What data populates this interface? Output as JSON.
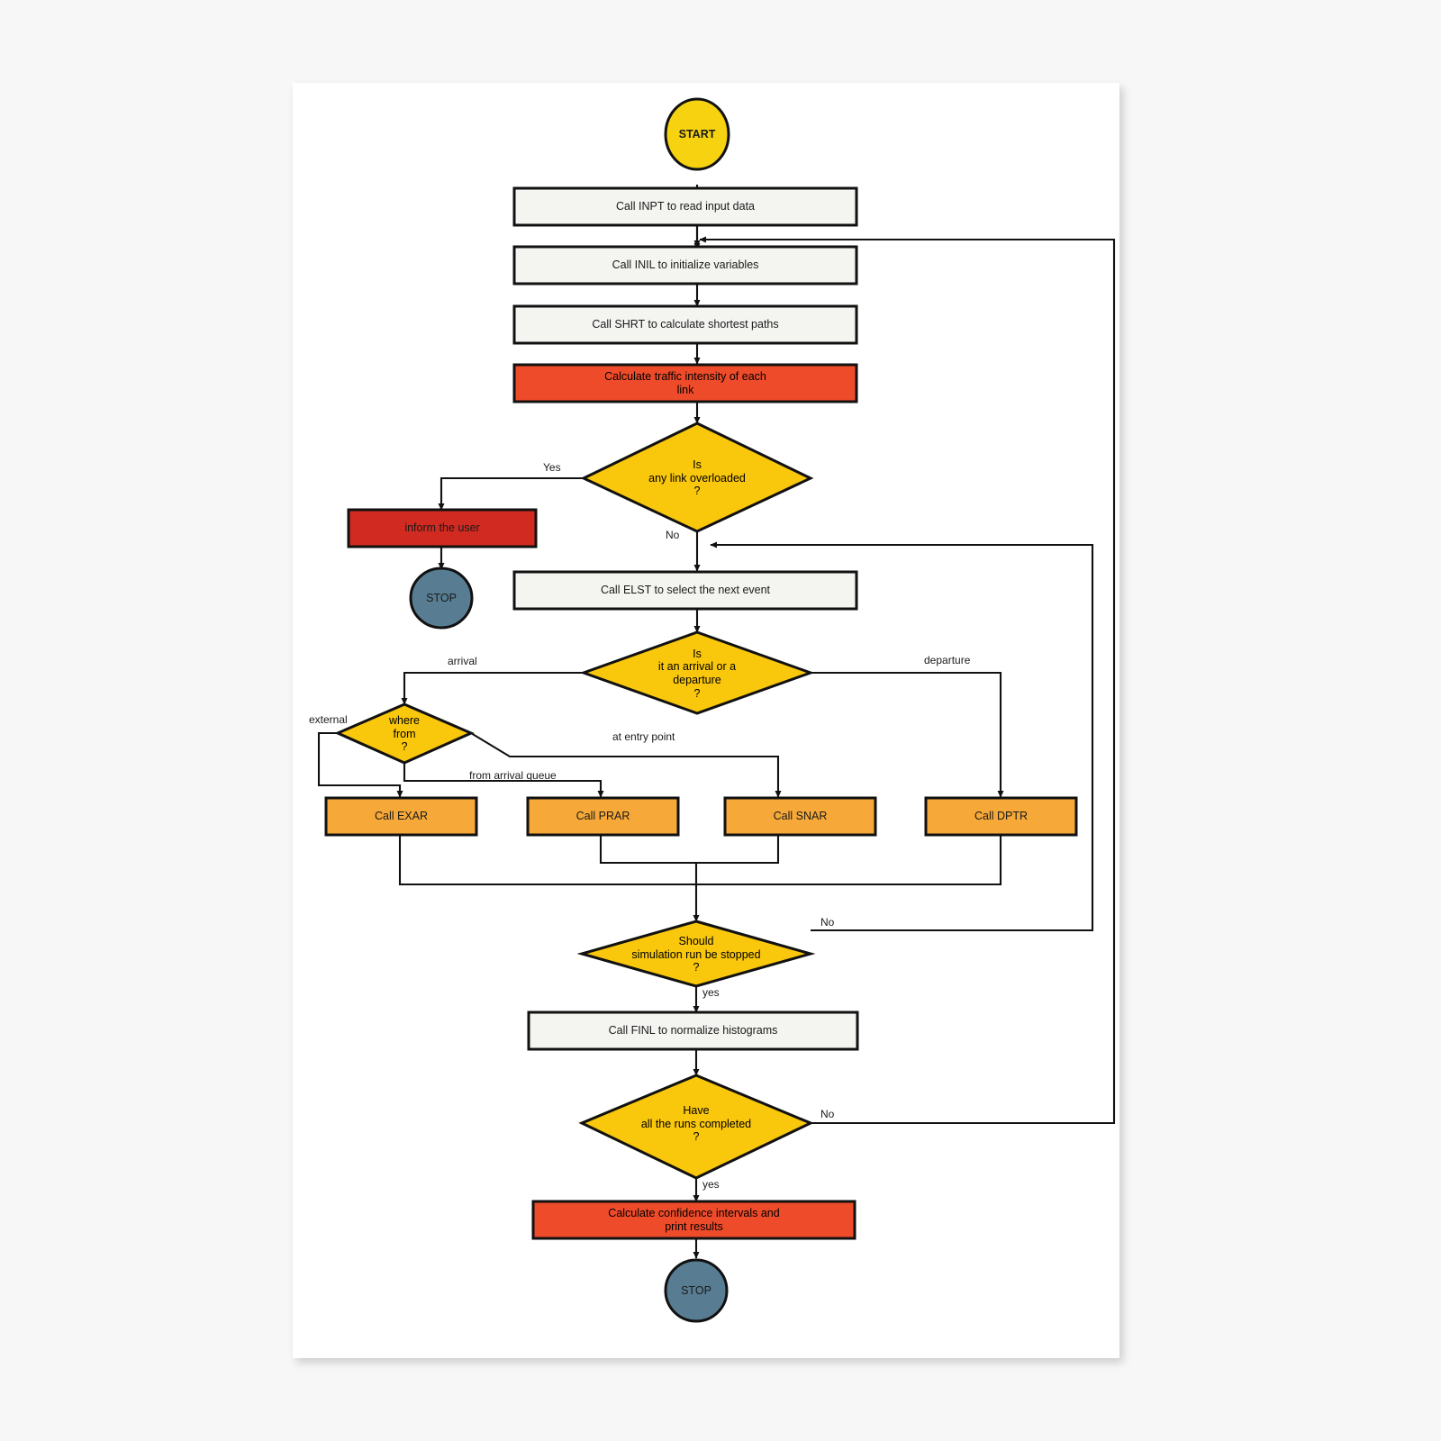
{
  "document": {
    "title": "Simulation program flowchart",
    "page_background": "#ffffff",
    "canvas_background": "#f7f7f7"
  },
  "palette": {
    "terminator_start_fill": "#f6d211",
    "terminator_stop_fill": "#587d92",
    "process_plain_fill": "#f4f4f1",
    "process_red_fill": "#ee4b2a",
    "process_darkred_fill": "#d12a20",
    "process_orange_fill": "#f6a938",
    "decision_fill": "#f9c70c",
    "stroke": "#111111"
  },
  "chart_data": {
    "type": "diagram",
    "title": "Simulation program flowchart",
    "nodes": [
      {
        "id": "start",
        "shape": "terminator",
        "label": "START",
        "fill": "#f6d211"
      },
      {
        "id": "inpt",
        "shape": "process",
        "label": "Call INPT to read input data",
        "fill": "#f4f4f1"
      },
      {
        "id": "inil",
        "shape": "process",
        "label": "Call INIL to initialize variables",
        "fill": "#f4f4f1"
      },
      {
        "id": "shrt",
        "shape": "process",
        "label": "Call SHRT to calculate shortest paths",
        "fill": "#f4f4f1"
      },
      {
        "id": "traffic",
        "shape": "process",
        "label": "Calculate traffic intensity of each\nlink",
        "fill": "#ee4b2a"
      },
      {
        "id": "overloaded",
        "shape": "decision",
        "label": "Is\nany link overloaded\n?",
        "fill": "#f9c70c"
      },
      {
        "id": "inform",
        "shape": "process",
        "label": "inform the user",
        "fill": "#d12a20"
      },
      {
        "id": "stop_top",
        "shape": "terminator",
        "label": "STOP",
        "fill": "#587d92"
      },
      {
        "id": "elst",
        "shape": "process",
        "label": "Call ELST to select the next event",
        "fill": "#f4f4f1"
      },
      {
        "id": "arr_dep",
        "shape": "decision",
        "label": "Is\nit an arrival or a\ndeparture\n?",
        "fill": "#f9c70c"
      },
      {
        "id": "where_from",
        "shape": "decision",
        "label": "where\nfrom\n?",
        "fill": "#f9c70c"
      },
      {
        "id": "exar",
        "shape": "process",
        "label": "Call EXAR",
        "fill": "#f6a938"
      },
      {
        "id": "prar",
        "shape": "process",
        "label": "Call PRAR",
        "fill": "#f6a938"
      },
      {
        "id": "snar",
        "shape": "process",
        "label": "Call SNAR",
        "fill": "#f6a938"
      },
      {
        "id": "dptr",
        "shape": "process",
        "label": "Call DPTR",
        "fill": "#f6a938"
      },
      {
        "id": "should_stop",
        "shape": "decision",
        "label": "Should\nsimulation run be stopped\n?",
        "fill": "#f9c70c"
      },
      {
        "id": "finl",
        "shape": "process",
        "label": "Call FINL to normalize histograms",
        "fill": "#f4f4f1"
      },
      {
        "id": "runs_done",
        "shape": "decision",
        "label": "Have\nall the runs completed\n?",
        "fill": "#f9c70c"
      },
      {
        "id": "confidence",
        "shape": "process",
        "label": "Calculate confidence intervals and\nprint results",
        "fill": "#ee4b2a"
      },
      {
        "id": "stop_bottom",
        "shape": "terminator",
        "label": "STOP",
        "fill": "#587d92"
      }
    ],
    "edges": [
      {
        "from": "start",
        "to": "inpt",
        "label": ""
      },
      {
        "from": "inpt",
        "to": "inil",
        "label": ""
      },
      {
        "from": "inil",
        "to": "shrt",
        "label": ""
      },
      {
        "from": "shrt",
        "to": "traffic",
        "label": ""
      },
      {
        "from": "traffic",
        "to": "overloaded",
        "label": ""
      },
      {
        "from": "overloaded",
        "to": "inform",
        "label": "Yes"
      },
      {
        "from": "overloaded",
        "to": "elst",
        "label": "No"
      },
      {
        "from": "inform",
        "to": "stop_top",
        "label": ""
      },
      {
        "from": "elst",
        "to": "arr_dep",
        "label": ""
      },
      {
        "from": "arr_dep",
        "to": "where_from",
        "label": "arrival"
      },
      {
        "from": "arr_dep",
        "to": "dptr",
        "label": "departure"
      },
      {
        "from": "where_from",
        "to": "exar",
        "label": "external"
      },
      {
        "from": "where_from",
        "to": "prar",
        "label": "from arrival queue"
      },
      {
        "from": "where_from",
        "to": "snar",
        "label": "at entry point"
      },
      {
        "from": "exar",
        "to": "should_stop",
        "label": ""
      },
      {
        "from": "prar",
        "to": "should_stop",
        "label": ""
      },
      {
        "from": "snar",
        "to": "should_stop",
        "label": ""
      },
      {
        "from": "dptr",
        "to": "should_stop",
        "label": ""
      },
      {
        "from": "should_stop",
        "to": "finl",
        "label": "yes"
      },
      {
        "from": "should_stop",
        "to": "elst",
        "label": "No"
      },
      {
        "from": "finl",
        "to": "runs_done",
        "label": ""
      },
      {
        "from": "runs_done",
        "to": "confidence",
        "label": "yes"
      },
      {
        "from": "runs_done",
        "to": "inil",
        "label": "No"
      },
      {
        "from": "confidence",
        "to": "stop_bottom",
        "label": ""
      }
    ],
    "edge_labels": [
      "Yes",
      "No",
      "arrival",
      "departure",
      "external",
      "at entry point",
      "from arrival queue",
      "yes",
      "No",
      "yes",
      "No"
    ]
  },
  "labels": {
    "start": "START",
    "inpt": "Call INPT to read input data",
    "inil": "Call INIL to initialize variables",
    "shrt": "Call SHRT to calculate shortest paths",
    "traffic_l1": "Calculate traffic intensity of each",
    "traffic_l2": "link",
    "overloaded_l1": "Is",
    "overloaded_l2": "any link overloaded",
    "overloaded_l3": "?",
    "inform": "inform the user",
    "stop_top": "STOP",
    "elst": "Call ELST to select the next event",
    "arrdep_l1": "Is",
    "arrdep_l2": "it an arrival or a",
    "arrdep_l3": "departure",
    "arrdep_l4": "?",
    "wherefrom_l1": "where",
    "wherefrom_l2": "from",
    "wherefrom_l3": "?",
    "exar": "Call EXAR",
    "prar": "Call PRAR",
    "snar": "Call SNAR",
    "dptr": "Call DPTR",
    "shouldstop_l1": "Should",
    "shouldstop_l2": "simulation run be stopped",
    "shouldstop_l3": "?",
    "finl": "Call FINL to normalize histograms",
    "runsdone_l1": "Have",
    "runsdone_l2": "all the runs completed",
    "runsdone_l3": "?",
    "confidence_l1": "Calculate confidence intervals and",
    "confidence_l2": "print results",
    "stop_bottom": "STOP"
  },
  "edge_text": {
    "yes_overloaded": "Yes",
    "no_overloaded": "No",
    "arrival": "arrival",
    "departure": "departure",
    "external": "external",
    "at_entry_point": "at entry point",
    "from_arrival_queue": "from arrival queue",
    "yes_should_stop": "yes",
    "no_should_stop": "No",
    "yes_runs_done": "yes",
    "no_runs_done": "No"
  }
}
